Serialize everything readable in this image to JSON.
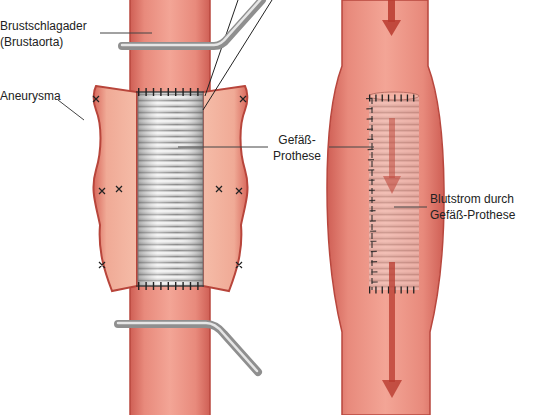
{
  "diagram": {
    "labels": [
      "Brustschlagader (Brustaorta)",
      "Aneurysma",
      "Gefäß- Prothese",
      "Blutstrom durch Gefäß-Prothese"
    ]
  }
}
